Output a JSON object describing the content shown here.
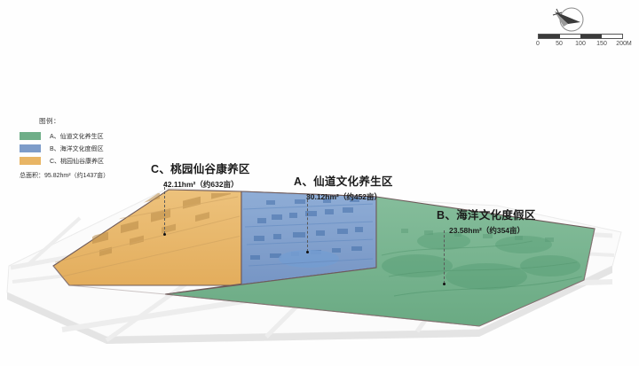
{
  "legend": {
    "title": "图例：",
    "items": [
      {
        "key": "A",
        "label": "A、仙道文化养生区",
        "color": "#6fae88",
        "icon": "legend-swatch-green"
      },
      {
        "key": "B",
        "label": "B、海洋文化度假区",
        "color": "#7d9cc9",
        "icon": "legend-swatch-blue"
      },
      {
        "key": "C",
        "label": "C、桃园仙谷康养区",
        "color": "#e8b565",
        "icon": "legend-swatch-orange"
      }
    ],
    "total": "总面积：95.82hm²（约1437亩）"
  },
  "annotations": [
    {
      "key": "C",
      "title": "C、桃园仙谷康养区",
      "sub": "42.11hm²（约632亩）"
    },
    {
      "key": "A",
      "title": "A、仙道文化养生区",
      "sub": "30.12hm²（约452亩）"
    },
    {
      "key": "B",
      "title": "B、海洋文化度假区",
      "sub": "23.58hm²（约354亩）"
    }
  ],
  "scalebar": {
    "ticks": [
      "0",
      "50",
      "100",
      "150",
      "200M"
    ],
    "unit": "M"
  },
  "compass": {
    "icon": "compass-north-arrow-icon"
  },
  "colors": {
    "zone_green": "#6fae88",
    "zone_blue": "#7d9cc9",
    "zone_orange": "#e8b565",
    "base": "#f2f2f2",
    "road": "#e9e9e9",
    "boundary": "#6e5a5a"
  }
}
